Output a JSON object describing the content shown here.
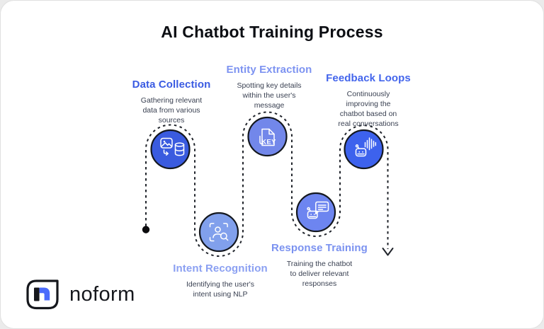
{
  "title": "AI Chatbot Training Process",
  "brand": {
    "name": "noform",
    "mark_blue": "#4b6bfb",
    "mark_black": "#15171c"
  },
  "path_style": {
    "stroke_color": "#20242b",
    "start_marker": "dot",
    "end_marker": "down-arrow"
  },
  "steps": [
    {
      "name": "Data Collection",
      "description": "Gathering relevant\ndata from various\nsources",
      "title_color": "#3a5be2",
      "circle_color": "#3a5bdf",
      "icon": "image-to-database-icon"
    },
    {
      "name": "Intent Recognition",
      "description": "Identifying the user's\nintent using NLP",
      "title_color": "#8ba0f2",
      "circle_color": "#81a0ec",
      "icon": "person-scan-search-icon"
    },
    {
      "name": "Entity Extraction",
      "description": "Spotting key details\nwithin the user's\nmessage",
      "title_color": "#7d93f1",
      "circle_color": "#7287ea",
      "icon": "document-key-icon",
      "icon_text": "KEY"
    },
    {
      "name": "Response Training",
      "description": "Training the chatbot\nto deliver relevant\nresponses",
      "title_color": "#7b92f0",
      "circle_color": "#6d85f0",
      "icon": "robot-chat-icon"
    },
    {
      "name": "Feedback Loops",
      "description": "Continuously\nimproving the\nchatbot based on\nreal conversations",
      "title_color": "#4365ec",
      "circle_color": "#3d62ed",
      "icon": "robot-soundwave-icon"
    }
  ]
}
